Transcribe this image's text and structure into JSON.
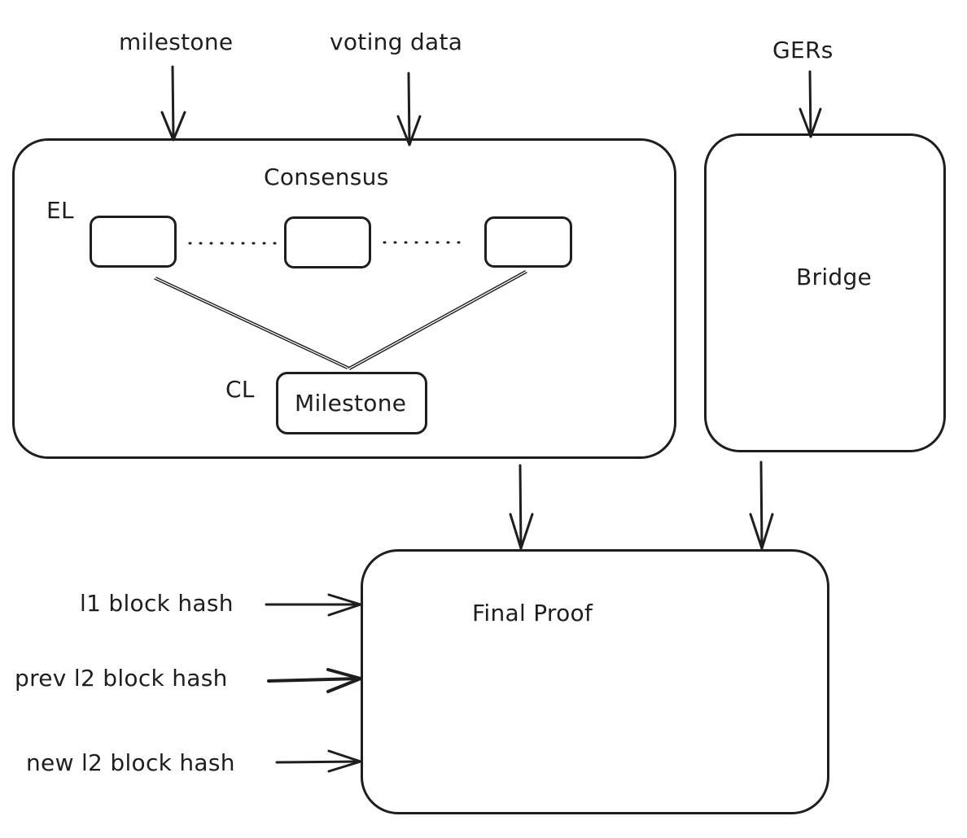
{
  "inputs": {
    "milestone": "milestone",
    "voting_data": "voting data",
    "gers": "GERs",
    "l1_block_hash": "l1 block hash",
    "prev_l2_block_hash": "prev l2 block hash",
    "new_l2_block_hash": "new l2 block hash"
  },
  "consensus": {
    "title": "Consensus",
    "el_label": "EL",
    "cl_label": "CL",
    "milestone_box_label": "Milestone"
  },
  "bridge": {
    "title": "Bridge"
  },
  "final_proof": {
    "title": "Final Proof"
  },
  "colors": {
    "stroke": "#1e1e1e",
    "background": "#ffffff"
  }
}
